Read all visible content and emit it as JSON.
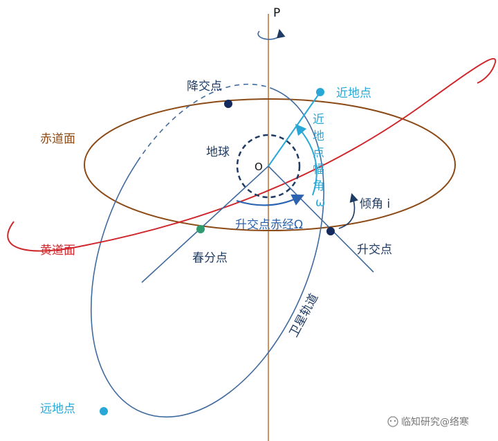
{
  "labels": {
    "pole": "P",
    "origin": "O",
    "earth": "地球",
    "equator_plane": "赤道面",
    "ecliptic_plane": "黄道面",
    "descending_node": "降交点",
    "perigee": "近地点",
    "apogee": "远地点",
    "vernal_equinox": "春分点",
    "ascending_node": "升交点",
    "raan": "升交点赤经Ω",
    "inclination": "倾角 i",
    "arg_perigee_chars": [
      "近",
      "地",
      "点",
      "幅",
      "角",
      "ω"
    ],
    "satellite_orbit": "卫星轨道"
  },
  "watermark": "临知研究@络寒",
  "colors": {
    "orbit": "#3f6a9e",
    "equator": "#8b4a16",
    "ecliptic": "#d0262b",
    "perigee_line": "#29a8d8",
    "node_dark": "#142a5c",
    "equinox": "#2e9c6e",
    "text_dark": "#1f3b63"
  }
}
